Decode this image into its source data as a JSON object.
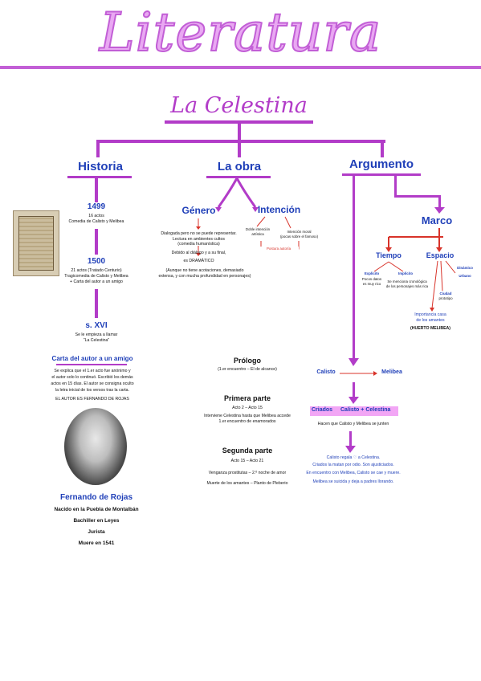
{
  "title": "Literatura",
  "main_title": "La Celestina",
  "colors": {
    "accent": "#c25fd6",
    "line": "#b23cc8",
    "blue": "#1f3fb8",
    "red": "#d8332a"
  },
  "historia": {
    "heading": "Historia",
    "y1499": "1499",
    "y1499_l1": "16 actos",
    "y1499_l2": "Comedia de Calisto y Melibea",
    "y1500": "1500",
    "y1500_l1": "21 actos (Tratado Centurio)",
    "y1500_l2": "Tragicomedia de Calisto y Melibea",
    "y1500_l3": "+ Carta del autor a un amigo",
    "sxvi": "s. XVI",
    "sxvi_l1": "Se le empieza a llamar",
    "sxvi_l2": "\"La Celestina\"",
    "carta_title": "Carta del autor a un amigo",
    "carta_l1": "Se explica que el 1.er acto fue anónimo y",
    "carta_l2": "el autor solo lo continuó. Escribió los demás",
    "carta_l3": "actos en 15 días. El autor se consigna oculto",
    "carta_l4": "la letra inicial de los versos tras la carta.",
    "carta_l5": "EL AUTOR ES FERNANDO DE ROJAS",
    "author_name": "Fernando de Rojas",
    "author_l1": "Nacido en la Puebla de Montalbán",
    "author_l2": "Bachiller en Leyes",
    "author_l3": "Jurista",
    "author_l4": "Muere en 1541"
  },
  "obra": {
    "heading": "La obra",
    "genero": "Género",
    "genero_l1": "Dialogada pero no se puede representar.",
    "genero_l2": "Lectura en ambientes cultos",
    "genero_l3": "(comedia humanística)",
    "genero_l4": "Debido al diálogo y a su final,",
    "genero_l5": "es DRAMÁTICO",
    "genero_l6": "(Aunque no tiene acotaciones, demasiado",
    "genero_l7": "extensa, y con mucha profundidad en personajes)",
    "intencion": "Intención",
    "intencion_a1": "Doble intención",
    "intencion_a2": "artística",
    "intencion_b1": "Intención moral",
    "intencion_b2": "(pocas sobre el famoso)",
    "intencion_c": "Postura autoría",
    "prologo": "Prólogo",
    "prologo_l1": "(1.er encuentro – El de alcance)",
    "p1": "Primera parte",
    "p1_l1": "Acto 2 – Acto 15",
    "p1_l2": "Interviene Celestina hasta que Melibea accede",
    "p1_l3": "1.er encuentro de enamorados",
    "p2": "Segunda parte",
    "p2_l1": "Acto 15 – Acto 21",
    "p2_l2": "Venganza prostitutas – 2.º noche de amor",
    "p2_l3": "Muerte de los amantes – Planto de Pleberio"
  },
  "argumento": {
    "heading": "Argumento",
    "marco": "Marco",
    "tiempo": "Tiempo",
    "espacio": "Espacio",
    "explicito": "Explícito",
    "explicito_l1": "Pocos datos",
    "explicito_l2": "es muy rico",
    "implicito": "Implícito",
    "implicito_l1": "Se menciona cronológica",
    "implicito_l2": "de los personajes más rica",
    "dinamico": "Dinámico",
    "urbano": "Urbano",
    "ciudad": "Ciudad",
    "ciudad_l": "prototipo",
    "espacio_l1": "Importancia casa",
    "espacio_l2": "de los amantes",
    "espacio_l3": "(HUERTO MELIBEA)",
    "calisto": "Calisto",
    "melibea": "Melibea",
    "criados": "Criados",
    "criados_l": "Calisto + Celestina",
    "criados_l2": "Hacen que Calisto y Melibea se junten",
    "end_l1": "Calisto regala ♡ a Celestina.",
    "end_l2": "Criados la matan por odio. Son ajusticiados.",
    "end_l3": "En encuentro con Melibea, Calisto se cae y muere.",
    "end_l4": "Melibea se suicida y deja a padres llorando."
  }
}
